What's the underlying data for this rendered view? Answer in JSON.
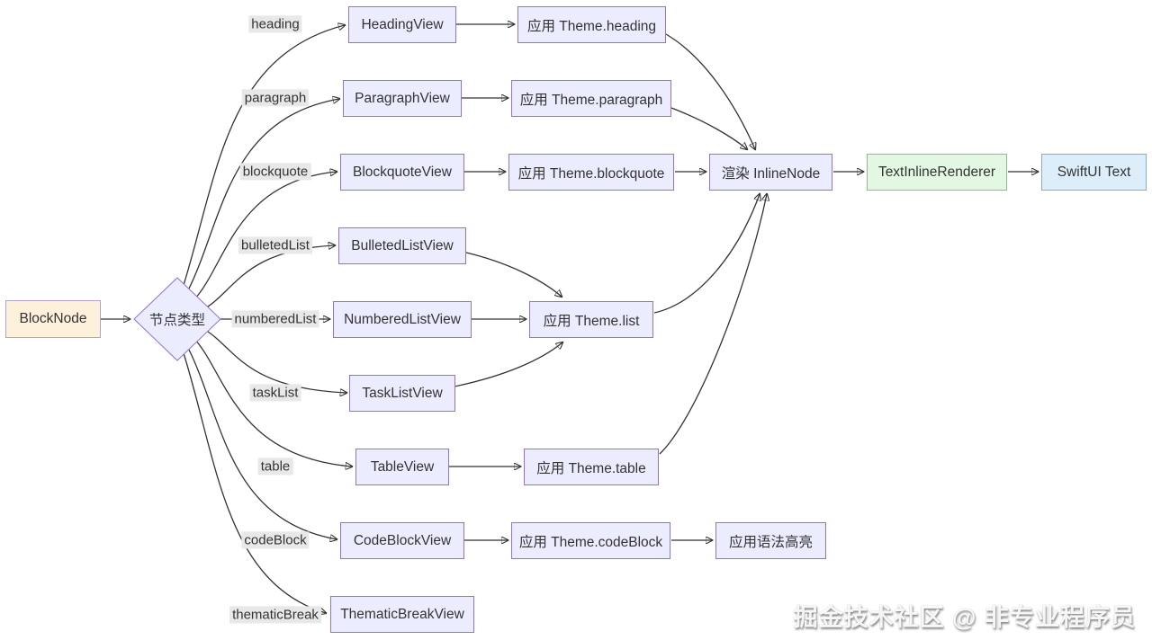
{
  "colors": {
    "node_fill": "#ECECFF",
    "node_border": "#9370DB",
    "start_node_fill": "#FDF1DC",
    "start_node_border": "#B3A2C7",
    "renderer_node_fill": "#E3F8E2",
    "renderer_node_border": "#8FBC8F",
    "output_node_fill": "#DCEEF9",
    "output_node_border": "#84AECE",
    "edge_stroke": "#333333",
    "edge_label_bg": "#E8E8E8"
  },
  "nodes": {
    "block_node": "BlockNode",
    "decision": "节点类型",
    "heading_view": "HeadingView",
    "paragraph_view": "ParagraphView",
    "blockquote_view": "BlockquoteView",
    "bulleted_list_view": "BulletedListView",
    "numbered_list_view": "NumberedListView",
    "task_list_view": "TaskListView",
    "table_view": "TableView",
    "code_block_view": "CodeBlockView",
    "thematic_break_view": "ThematicBreakView",
    "theme_heading": "应用 Theme.heading",
    "theme_paragraph": "应用 Theme.paragraph",
    "theme_blockquote": "应用 Theme.blockquote",
    "theme_list": "应用 Theme.list",
    "theme_table": "应用 Theme.table",
    "theme_code_block": "应用 Theme.codeBlock",
    "render_inline_node": "渲染 InlineNode",
    "text_inline_renderer": "TextInlineRenderer",
    "swiftui_text": "SwiftUI Text",
    "syntax_highlight": "应用语法高亮"
  },
  "edge_labels": {
    "heading": "heading",
    "paragraph": "paragraph",
    "blockquote": "blockquote",
    "bulleted_list": "bulletedList",
    "numbered_list": "numberedList",
    "task_list": "taskList",
    "table": "table",
    "code_block": "codeBlock",
    "thematic_break": "thematicBreak"
  },
  "watermark": "掘金技术社区 @ 非专业程序员"
}
